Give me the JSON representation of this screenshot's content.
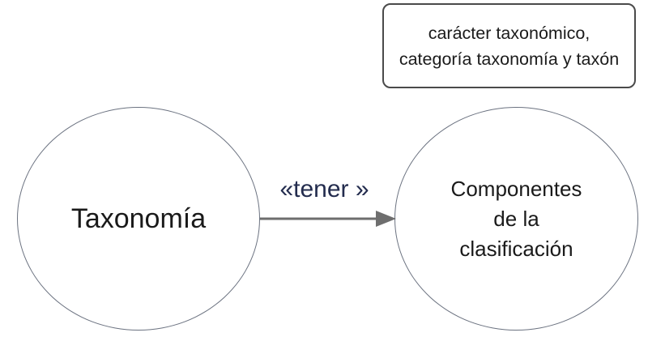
{
  "diagram": {
    "annotation_box": {
      "text": "carácter taxonómico,\ncategoría taxonomía y taxón"
    },
    "nodes": {
      "left": {
        "label": "Taxonomía",
        "shape": "ellipse"
      },
      "right": {
        "label": "Componentes\nde la\nclasificación",
        "shape": "ellipse"
      }
    },
    "edge": {
      "label": "«tener »",
      "from": "Taxonomía",
      "to": "Componentes de la clasificación",
      "direction": "left-to-right"
    },
    "colors": {
      "background": "#ffffff",
      "node_border": "#6b7280",
      "annotation_border": "#4a4a4a",
      "node_text": "#1a1a1a",
      "arrow": "#6e6e6e",
      "edge_label_text": "#232c4e"
    }
  }
}
